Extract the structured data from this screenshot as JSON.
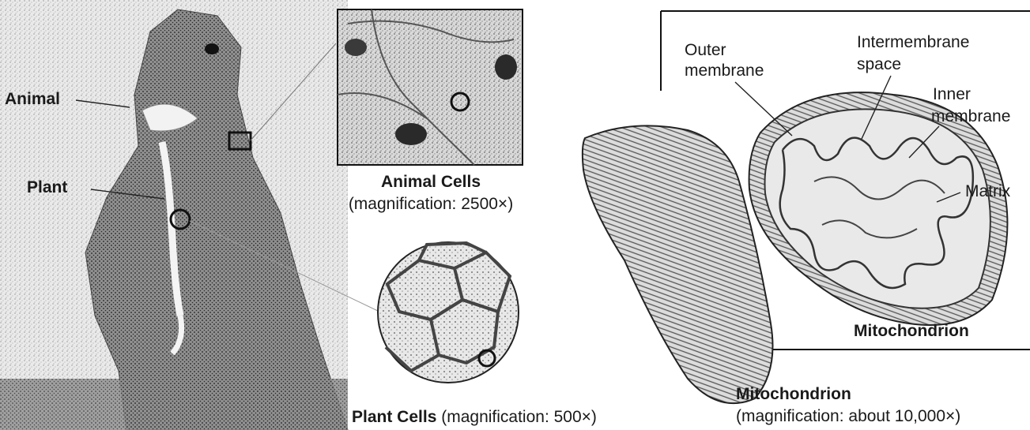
{
  "animal_photo": {
    "label_animal": "Animal",
    "label_plant": "Plant"
  },
  "animal_cells": {
    "title": "Animal Cells",
    "magnification": "(magnification: 2500×)"
  },
  "plant_cells": {
    "title": "Plant Cells",
    "magnification": "(magnification: 500×)"
  },
  "mitochondrion_diagram": {
    "label_outer_membrane_1": "Outer",
    "label_outer_membrane_2": "membrane",
    "label_intermembrane_1": "Intermembrane",
    "label_intermembrane_2": "space",
    "label_inner_membrane_1": "Inner",
    "label_inner_membrane_2": "membrane",
    "label_matrix": "Matrix",
    "title": "Mitochondrion"
  },
  "mitochondrion_caption": {
    "title": "Mitochondrion",
    "magnification": "(magnification: about 10,000×)"
  }
}
